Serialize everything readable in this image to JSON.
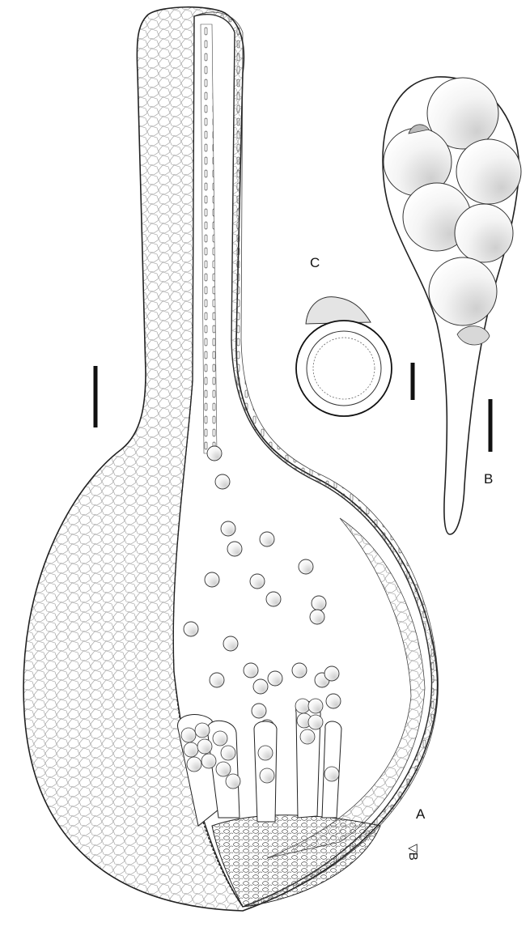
{
  "figure": {
    "labels": {
      "a": "A",
      "b": "B",
      "c": "C",
      "marker": "▽B"
    },
    "colors": {
      "ink": "#222222",
      "background": "#ffffff",
      "stipple": "#888888"
    },
    "panels": [
      {
        "id": "A",
        "icon": "perithecium-section"
      },
      {
        "id": "B",
        "icon": "ascus-with-spores"
      },
      {
        "id": "C",
        "icon": "spore-cross-section"
      }
    ]
  }
}
